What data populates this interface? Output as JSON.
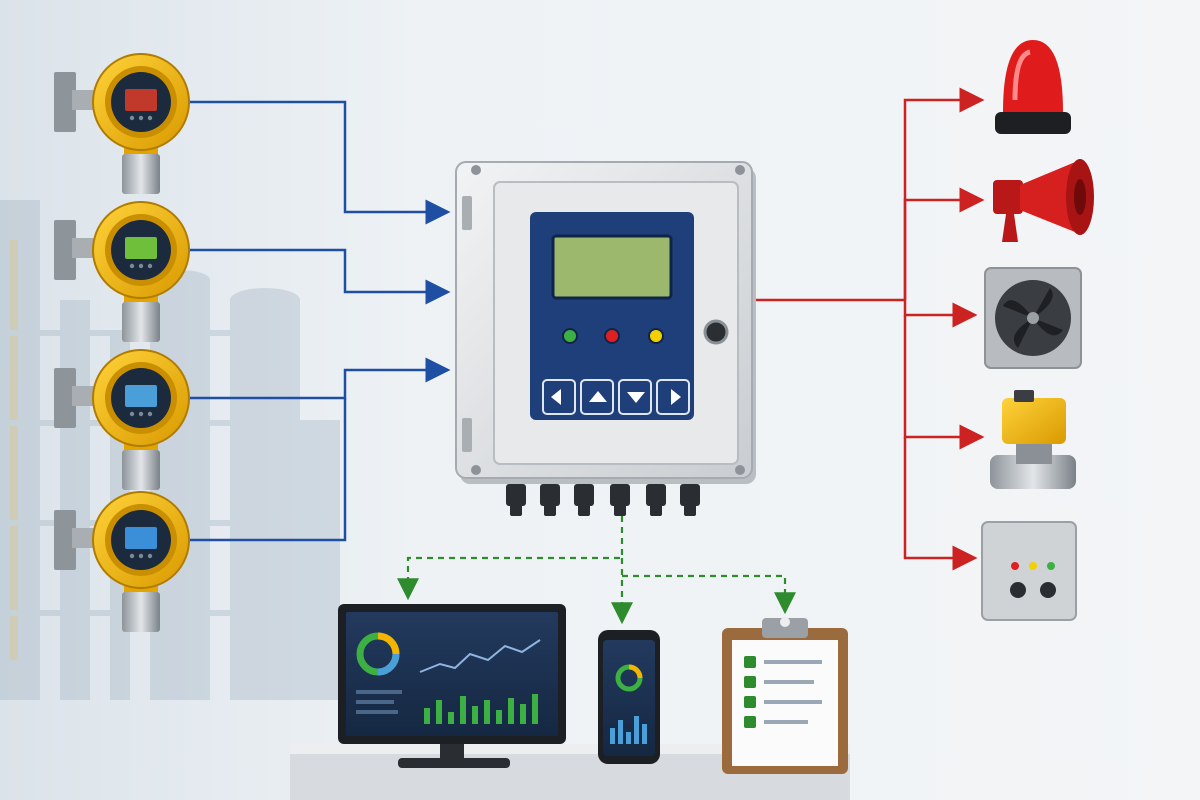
{
  "diagram": {
    "colors": {
      "background": "#eef2f5",
      "sensor_link": "#1f4fa3",
      "alarm_link": "#cc2222",
      "data_link": "#2e8b2e",
      "sensor_yellow": "#f2b705",
      "controller_panel": "#1f3f7a",
      "controller_body": "#dfe2e5"
    },
    "sensors": [
      {
        "name": "gas-detector-1",
        "display_color": "#c0392b"
      },
      {
        "name": "gas-detector-2",
        "display_color": "#6fbf3a"
      },
      {
        "name": "gas-detector-3",
        "display_color": "#4a9fd8"
      },
      {
        "name": "gas-detector-4",
        "display_color": "#3b8fd8"
      }
    ],
    "controller": {
      "status_leds": [
        {
          "name": "green-led",
          "color": "#3cb043"
        },
        {
          "name": "red-led",
          "color": "#e02020"
        },
        {
          "name": "yellow-led",
          "color": "#f4d000"
        }
      ],
      "keypad": [
        "left-arrow-key",
        "up-arrow-key",
        "down-arrow-key",
        "right-arrow-key"
      ]
    },
    "outputs": [
      {
        "name": "beacon-light-icon"
      },
      {
        "name": "horn-speaker-icon"
      },
      {
        "name": "exhaust-fan-icon"
      },
      {
        "name": "shutoff-valve-icon"
      },
      {
        "name": "control-station-icon"
      }
    ],
    "monitoring": [
      {
        "name": "desktop-monitor-icon"
      },
      {
        "name": "smartphone-icon"
      },
      {
        "name": "report-clipboard-icon"
      }
    ]
  }
}
